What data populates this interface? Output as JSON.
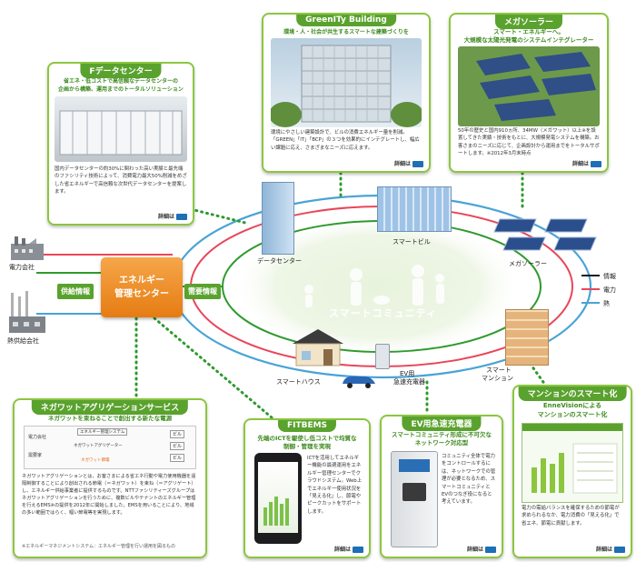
{
  "cards": {
    "datacenter": {
      "title": "Fデータセンター",
      "subtitle1": "省エネ・低コストで高信頼なデータセンターの",
      "subtitle2": "企画から構築、運用までのトータルソリューション",
      "body": "国内データセンターの約30%に関わった高い実績と最先端のファシリティ技術によって、消費電力最大50%削減をめざした省エネルギーで高信頼な次世代データセンターを提案します。",
      "more": "詳細は"
    },
    "building": {
      "title": "GreenITy Building",
      "subtitle": "環境・人・社会が共生するスマートな建築づくりを",
      "body": "環境にやさしい建築設計で、ビルの消費エネルギー量を削減。「GREEN」「IT」「BCP」の３つを効果的にインテグレートし、幅広い課題に応え、さまざまなニーズに応えます。",
      "more": "詳細は"
    },
    "megasolar": {
      "title": "メガソーラー",
      "subtitle1": "スマート・エネルギーへ。",
      "subtitle2": "大規模な太陽光発電のシステムインテグレーター",
      "body": "50年の歴史と国内910ヵ所、34MW（メガワット）以上※を設置してきた実績・技術をもとに、大規模発電システムを構築。お客さまのニーズに応じて、企画設計から運用までをトータルサポートします。※2012年3月末時点",
      "more": "詳細は"
    },
    "negawatt": {
      "title": "ネガワットアグリゲーションサービス",
      "subtitle": "ネガワットを束ねることで創出する新たな電源",
      "body": "ネガワットアグリゲーションとは、お客さまによる省エネ行動や電力使用機器を遠隔制御することにより創出される節電（＝ネガワット）を束ね（＝アグリゲート）し、エネルギー供給事業者に提供するものです。NTTファシリティーズグループはネガワットアグリゲーションを行うために、複数ビルやテナントのエネルギー管理を行えるEMS※の提供を2012年に開始しました。EMSを用いることにより、地域の多い範囲ではらく、幅い節電等を実現します。",
      "footnote": "※エネルギーマネジメントシステム：エネルギー管理を行い運用を図るもの",
      "diagram": {
        "left1": "電力会社",
        "left2": "需要家",
        "mid": "ネガワットアグリゲーター",
        "r1": "ビル",
        "r2": "ビル",
        "r3": "ビル",
        "top": "エネルギー管理システム",
        "bottom": "ネガワット節電"
      }
    },
    "fitbems": {
      "title": "FITBEMS",
      "subtitle1": "先端のICTを駆使し低コストで均質な",
      "subtitle2": "制御・管理を実現",
      "body": "ICTを活用してエネルギー機能の最適運用をエネルギー管理センターでクラウドシステム。Web上でエネルギー使用状況を「見える化」し、節電やピークカットをサポートします。",
      "more": "詳細は"
    },
    "evcharger": {
      "title": "EV用急速充電器",
      "subtitle1": "スマートコミュニティ形成に不可欠な",
      "subtitle2": "ネットワーク対応型",
      "body": "コミュニティ全体で電力をコントロールするには、ネットワークでの管理が必要となるため、スマートコミュニティとEVのつなぎ役になると考えています。",
      "more": "詳細は"
    },
    "mansion": {
      "title": "マンションのスマート化",
      "subtitle1": "EnneVisionによる",
      "subtitle2": "マンションのスマート化",
      "body": "電力の需給バランスを確保するための節電が求められるなか、電力消費の「見える化」で省エネ、節電に貢献します。",
      "more": "詳細は"
    }
  },
  "center": {
    "line1": "エネルギー",
    "line2": "管理センター",
    "supply": "供給情報",
    "demand": "需要情報"
  },
  "labels": {
    "power_company": "電力会社",
    "heat_company": "熱供給会社",
    "datacenter": "データセンター",
    "smart_building": "スマートビル",
    "megasolar": "メガソーラー",
    "smart_house": "スマートハウス",
    "ev_charger1": "EV用",
    "ev_charger2": "急速充電器",
    "smart_mansion1": "スマート",
    "smart_mansion2": "マンション",
    "community": "スマートコミュニティ"
  },
  "legend": [
    {
      "label": "情報",
      "color": "#1a1a1a"
    },
    {
      "label": "電力",
      "color": "#e8465a"
    },
    {
      "label": "熱",
      "color": "#4aa3d6"
    }
  ],
  "colors": {
    "green": "#5aa22e",
    "info_line": "#1a1a1a",
    "power_line": "#e8465a",
    "heat_line": "#4aa3d6",
    "dotted": "#2e9a2e",
    "center_box": "#ee8a1e"
  }
}
